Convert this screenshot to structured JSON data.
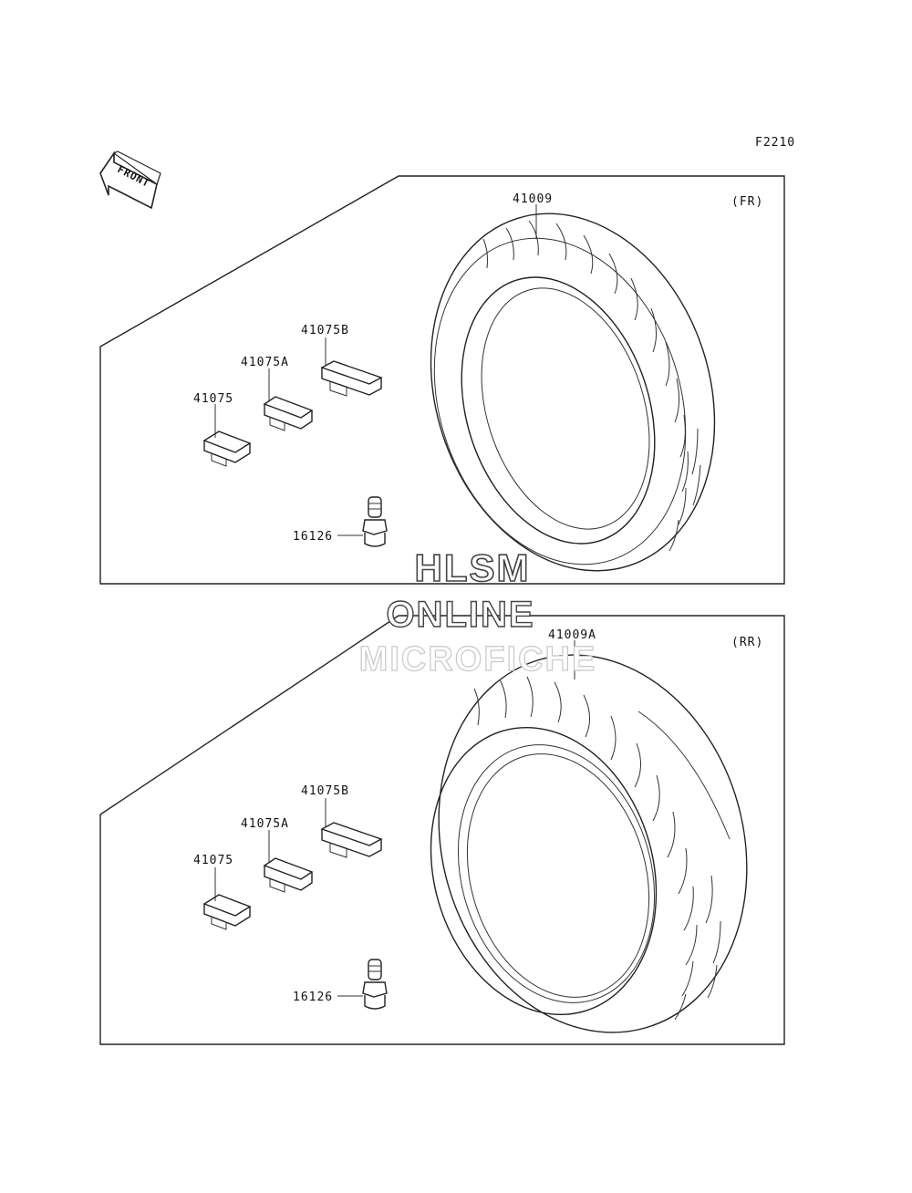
{
  "figure_code": "F2210",
  "front_arrow_label": "FRONT",
  "panels": {
    "front": {
      "position_label": "(FR)",
      "tire_part": "41009",
      "weight_parts": [
        "41075",
        "41075A",
        "41075B"
      ],
      "valve_part": "16126"
    },
    "rear": {
      "position_label": "(RR)",
      "tire_part": "41009A",
      "weight_parts": [
        "41075",
        "41075A",
        "41075B"
      ],
      "valve_part": "16126"
    }
  },
  "watermark": {
    "line1": "HLSM",
    "line2": "ONLINE",
    "line3": "MICROFICHE"
  },
  "colors": {
    "ink": "#222222",
    "watermark_outline": "#444444",
    "watermark_faint": "#c8c8c8"
  }
}
